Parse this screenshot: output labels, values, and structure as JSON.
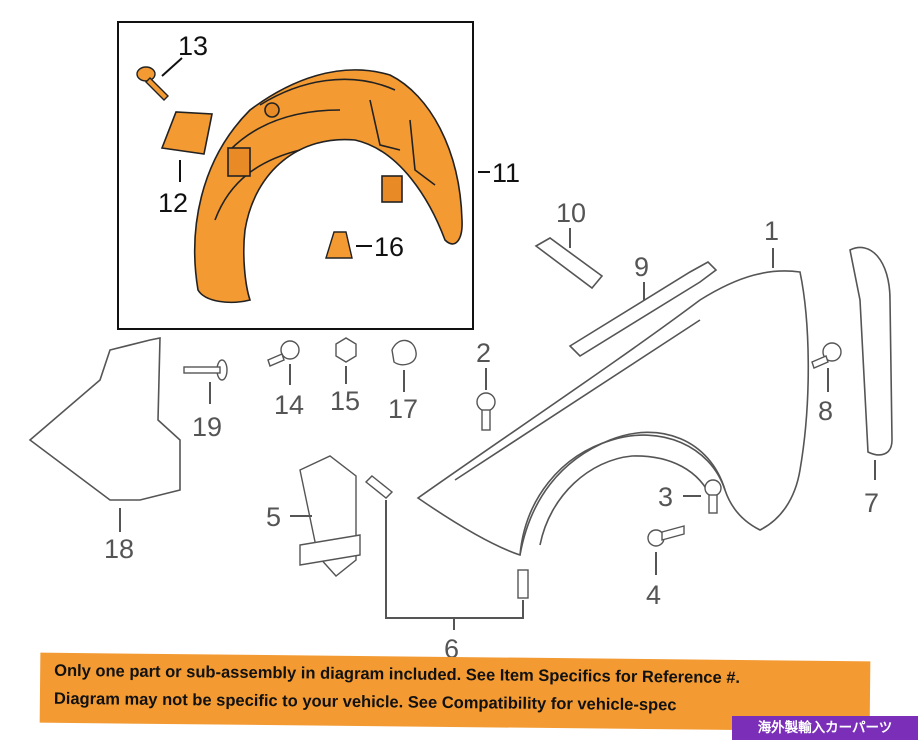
{
  "diagram": {
    "highlight_color": "#f39a33",
    "outline_color": "#555555",
    "callouts": [
      {
        "id": "1",
        "label": "1"
      },
      {
        "id": "2",
        "label": "2"
      },
      {
        "id": "3",
        "label": "3"
      },
      {
        "id": "4",
        "label": "4"
      },
      {
        "id": "5",
        "label": "5"
      },
      {
        "id": "6",
        "label": "6"
      },
      {
        "id": "7",
        "label": "7"
      },
      {
        "id": "8",
        "label": "8"
      },
      {
        "id": "9",
        "label": "9"
      },
      {
        "id": "10",
        "label": "10"
      },
      {
        "id": "11",
        "label": "11"
      },
      {
        "id": "12",
        "label": "12"
      },
      {
        "id": "13",
        "label": "13"
      },
      {
        "id": "14",
        "label": "14"
      },
      {
        "id": "15",
        "label": "15"
      },
      {
        "id": "16",
        "label": "16"
      },
      {
        "id": "17",
        "label": "17"
      },
      {
        "id": "18",
        "label": "18"
      },
      {
        "id": "19",
        "label": "19"
      }
    ]
  },
  "banner": {
    "line1": "Only one part or sub-assembly in diagram included. See Item Specifics for Reference #.",
    "line2": "Diagram may not be specific to your vehicle. See Compatibility for vehicle-spec"
  },
  "shop_tag": {
    "text": "海外製輸入カーパーツ"
  }
}
